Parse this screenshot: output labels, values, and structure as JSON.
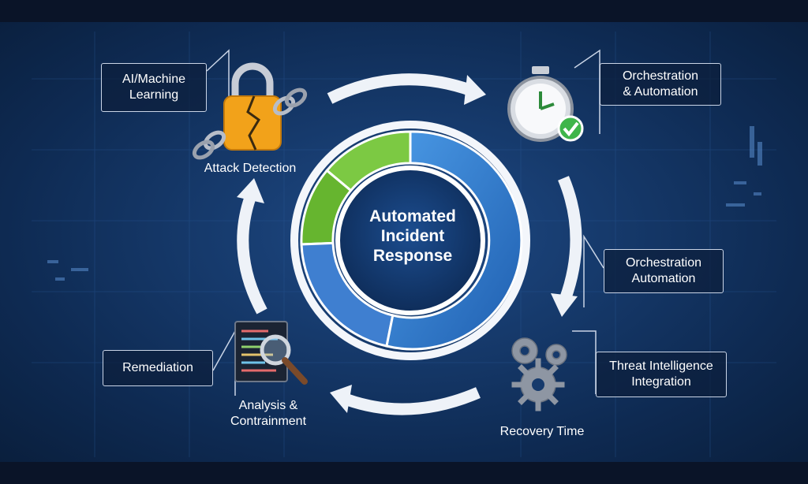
{
  "center": {
    "title": "Automated\nIncident\nResponse"
  },
  "boxes": {
    "ai_ml": "AI/Machine\nLearning",
    "orch_auto_top": "Orchestration\n& Automation",
    "orch_auto_mid": "Orchestration\nAutomation",
    "threat_intel": "Threat Intelligence\nIntegration",
    "remediation": "Remediation"
  },
  "captions": {
    "attack_detection": "Attack Detection",
    "recovery_time": "Recovery Time",
    "analysis": "Analysis &\nContrainment"
  },
  "icons": {
    "attack_detection": "broken-padlock-chain-icon",
    "orchestration": "stopwatch-check-icon",
    "recovery": "gears-icon",
    "analysis": "code-magnifier-icon"
  },
  "colors": {
    "ring_green": "#7cc943",
    "ring_blue": "#3f8ad8",
    "ring_dark_blue": "#1d5aa8",
    "arrow_white": "#eef2f8",
    "check_green": "#3fb54a",
    "padlock_orange": "#f2a21a"
  }
}
